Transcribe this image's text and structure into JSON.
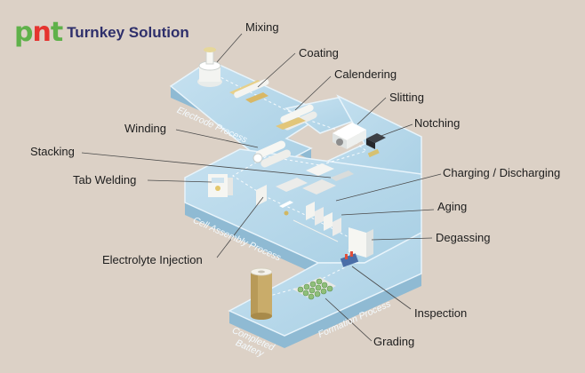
{
  "brand": {
    "mark": "pnt",
    "name": "Turnkey Solution"
  },
  "platforms": {
    "electrode": "Electrode Process",
    "cell_assembly": "Cell Assembly Process",
    "formation": "Formation Process",
    "completed_line1": "Completed",
    "completed_line2": "Battery"
  },
  "steps": {
    "mixing": "Mixing",
    "coating": "Coating",
    "calendering": "Calendering",
    "slitting": "Slitting",
    "notching": "Notching",
    "winding": "Winding",
    "stacking": "Stacking",
    "tab_welding": "Tab Welding",
    "charging_discharging": "Charging / Discharging",
    "aging": "Aging",
    "degassing": "Degassing",
    "electrolyte_injection": "Electrolyte Injection",
    "inspection": "Inspection",
    "grading": "Grading"
  },
  "colors": {
    "background": "#dcd1c6",
    "platform_top": "#b7d8ea",
    "platform_side": "#8fbad3",
    "brand_green": "#5fb14a",
    "brand_red": "#e5342f",
    "brand_navy": "#2e2f6b"
  }
}
